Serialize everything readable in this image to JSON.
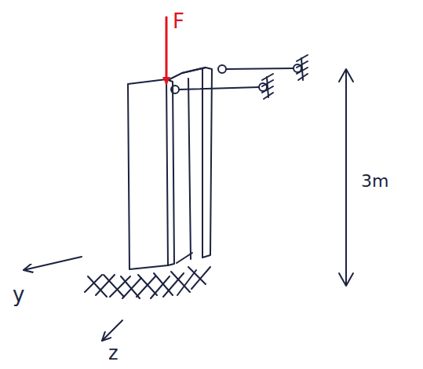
{
  "diagram": {
    "labels": [
      "F",
      "3m",
      "y",
      "z"
    ]
  }
}
